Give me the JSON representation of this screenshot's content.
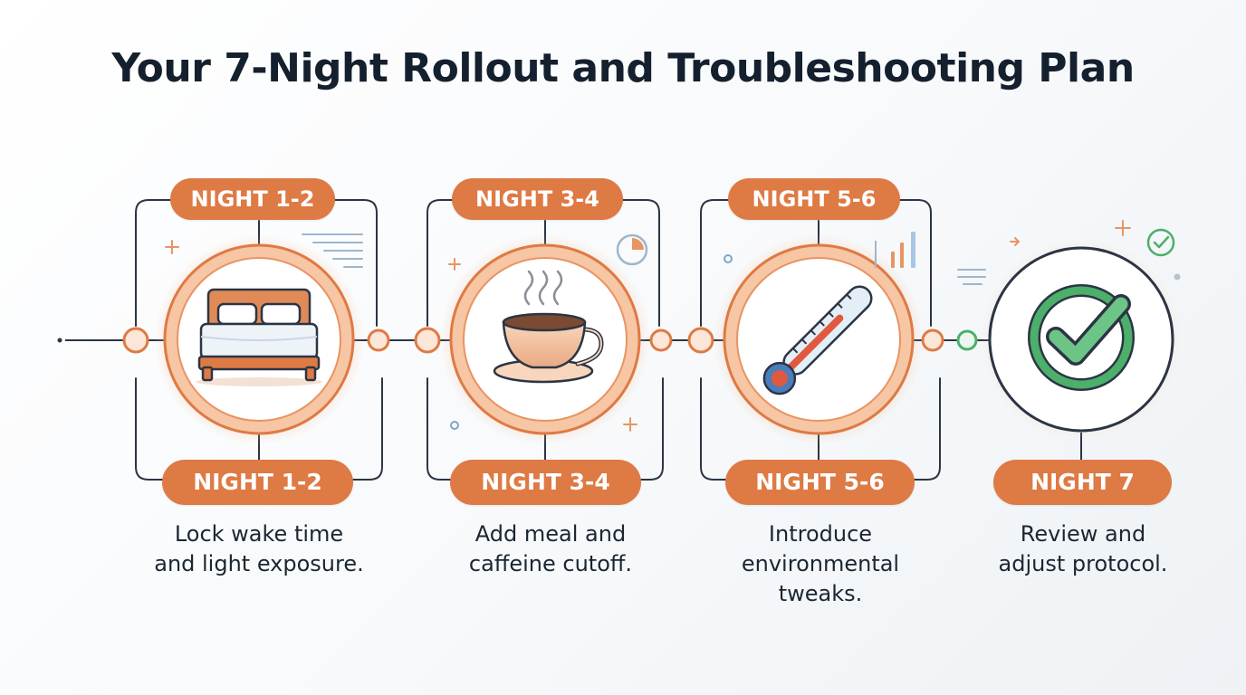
{
  "title": "Your 7-Night Rollout and Troubleshooting Plan",
  "colors": {
    "accent": "#de7a44",
    "accent_light": "#fbe6d8",
    "line": "#2b3544",
    "success": "#4caf6a",
    "text": "#15202e"
  },
  "steps": [
    {
      "top_label": "NIGHT 1-2",
      "bottom_label": "NIGHT 1-2",
      "icon": "bed-icon",
      "caption": [
        "Lock wake time",
        "and light exposure."
      ]
    },
    {
      "top_label": "NIGHT 3-4",
      "bottom_label": "NIGHT 3-4",
      "icon": "coffee-cup-icon",
      "caption": [
        "Add meal and",
        "caffeine cutoff."
      ]
    },
    {
      "top_label": "NIGHT 5-6",
      "bottom_label": "NIGHT 5-6",
      "icon": "thermometer-icon",
      "caption": [
        "Introduce",
        "environmental",
        "tweaks."
      ]
    },
    {
      "bottom_label": "NIGHT 7",
      "icon": "checkmark-circle-icon",
      "caption": [
        "Review and",
        "adjust protocol."
      ]
    }
  ]
}
